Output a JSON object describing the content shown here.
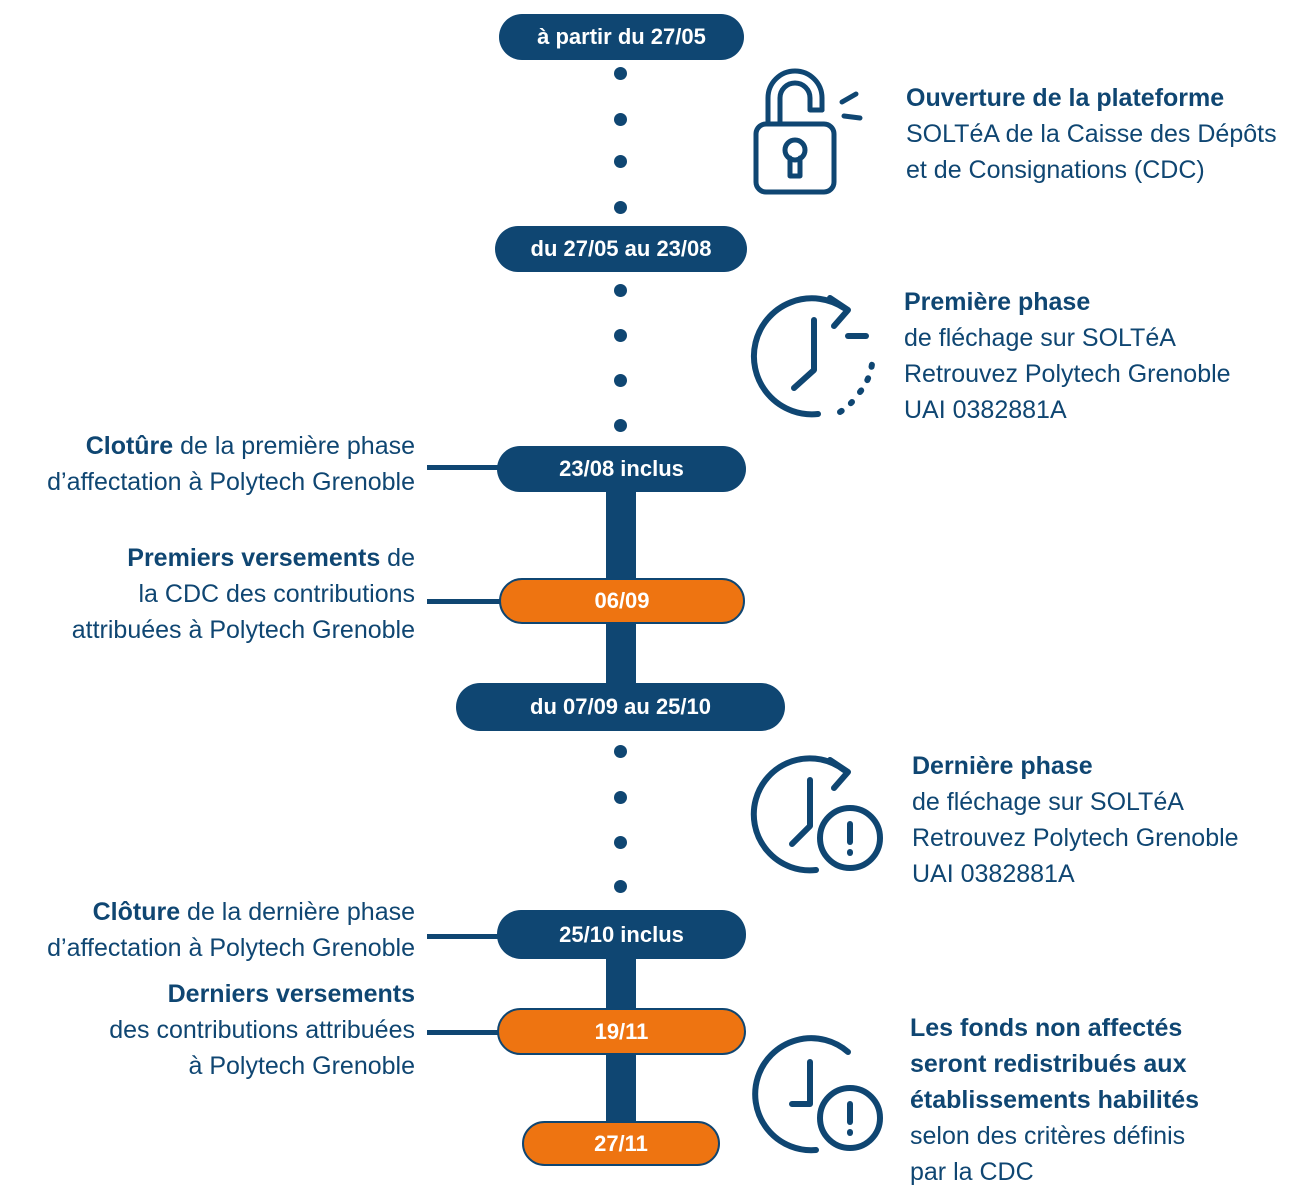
{
  "milestones": {
    "m1": "à partir du 27/05",
    "m2": "du 27/05 au 23/08",
    "m3": "23/08 inclus",
    "m4": "06/09",
    "m5": "du 07/09 au 25/10",
    "m6": "25/10 inclus",
    "m7": "19/11",
    "m8": "27/11"
  },
  "right_items": {
    "opening": {
      "title": "Ouverture de la plateforme",
      "line1": "SOLTéA de la Caisse des Dépôts",
      "line2": "et de Consignations (CDC)"
    },
    "first_phase": {
      "title": "Première phase",
      "line1": "de fléchage sur SOLTéA",
      "line2": "Retrouvez Polytech Grenoble",
      "line3": "UAI 0382881A"
    },
    "last_phase": {
      "title": "Dernière phase",
      "line1": "de fléchage sur SOLTéA",
      "line2": "Retrouvez Polytech Grenoble",
      "line3": "UAI 0382881A"
    },
    "funds": {
      "title1": "Les fonds non affectés",
      "title2": "seront redistribués aux",
      "title3": "établissements habilités",
      "line1": "selon des critères définis",
      "line2": "par la CDC"
    }
  },
  "left_items": {
    "closure_first": {
      "bold": "Clotûre",
      "rest1": " de la première phase",
      "line2": "d’affectation à Polytech Grenoble"
    },
    "first_payments": {
      "bold": "Premiers versements",
      "rest1": " de",
      "line2": "la CDC des contributions",
      "line3": "attribuées à Polytech Grenoble"
    },
    "closure_last": {
      "bold": "Clôture",
      "rest1": " de la dernière phase",
      "line2": "d’affectation à Polytech Grenoble"
    },
    "last_payments": {
      "bold": "Derniers versements",
      "line2": "des contributions attribuées",
      "line3": "à Polytech Grenoble"
    }
  },
  "icons": {
    "opening": "unlocked-padlock-icon",
    "first_phase": "clock-rotate-icon",
    "last_phase": "clock-alert-icon",
    "funds": "clock-alert-icon"
  },
  "colors": {
    "navy": "#0f4672",
    "orange": "#ee7411"
  }
}
